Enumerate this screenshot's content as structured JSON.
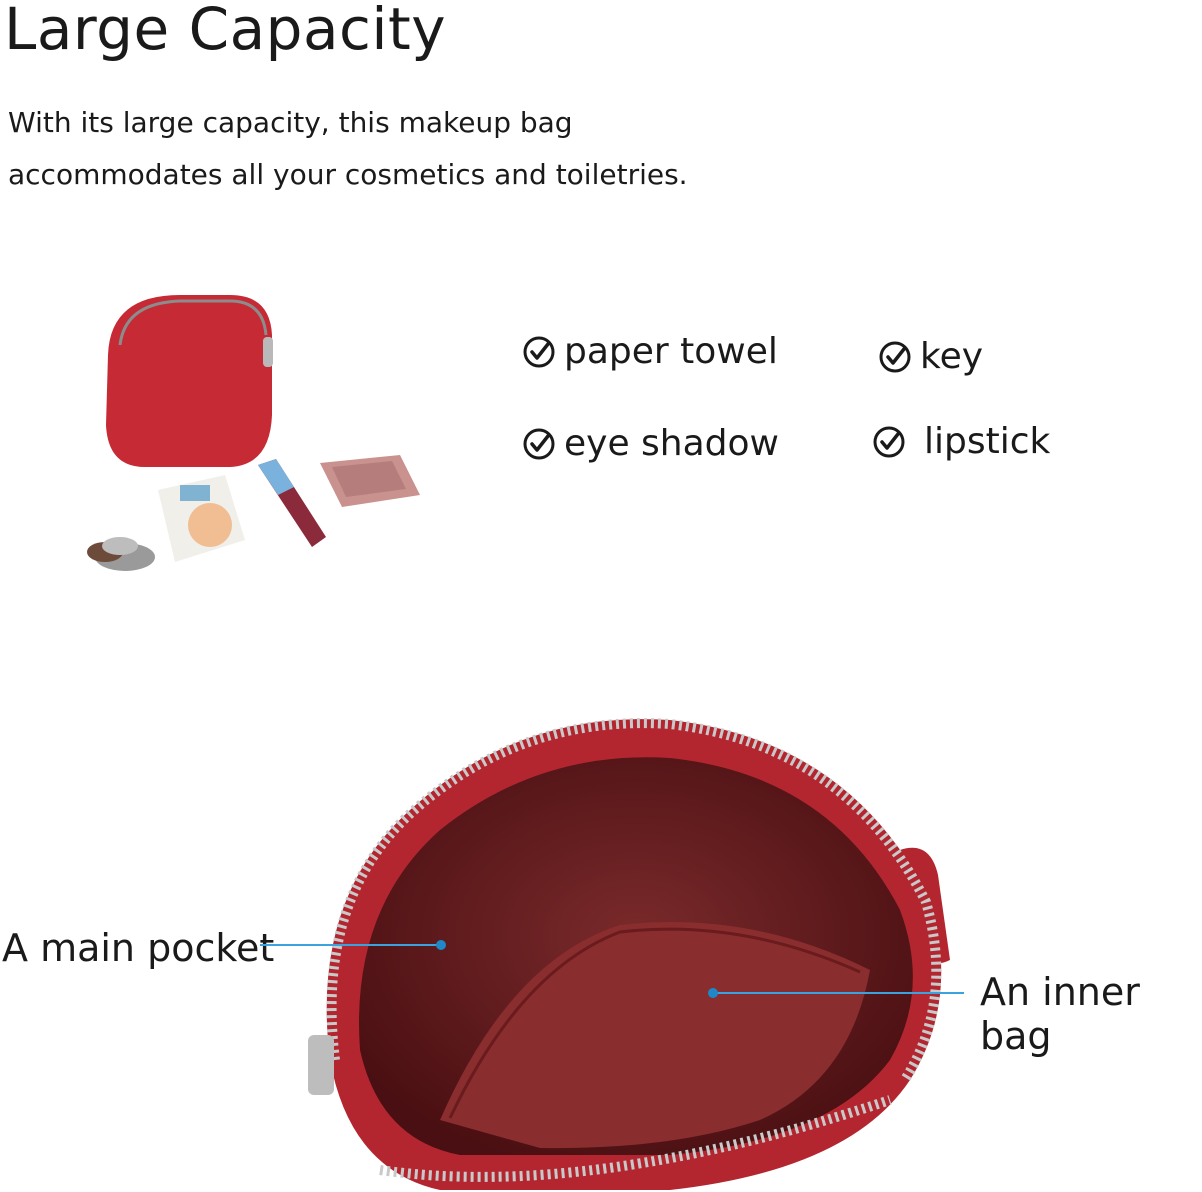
{
  "header": {
    "title": "Large Capacity",
    "description_line1": "With its large capacity, this makeup bag",
    "description_line2": "accommodates all your cosmetics and toiletries."
  },
  "checklist": {
    "items": [
      {
        "label": "paper towel",
        "icon": "check-circle-icon"
      },
      {
        "label": "key",
        "icon": "check-circle-icon"
      },
      {
        "label": "eye shadow",
        "icon": "check-circle-icon"
      },
      {
        "label": "lipstick",
        "icon": "check-circle-icon"
      }
    ]
  },
  "callouts": {
    "main_pocket": "A main pocket",
    "inner_bag": "An inner bag"
  },
  "colors": {
    "bag_red": "#b3262f",
    "bag_interior": "#6e1a1c",
    "callout_blue": "#3aa3df",
    "text": "#1a1a1a"
  }
}
